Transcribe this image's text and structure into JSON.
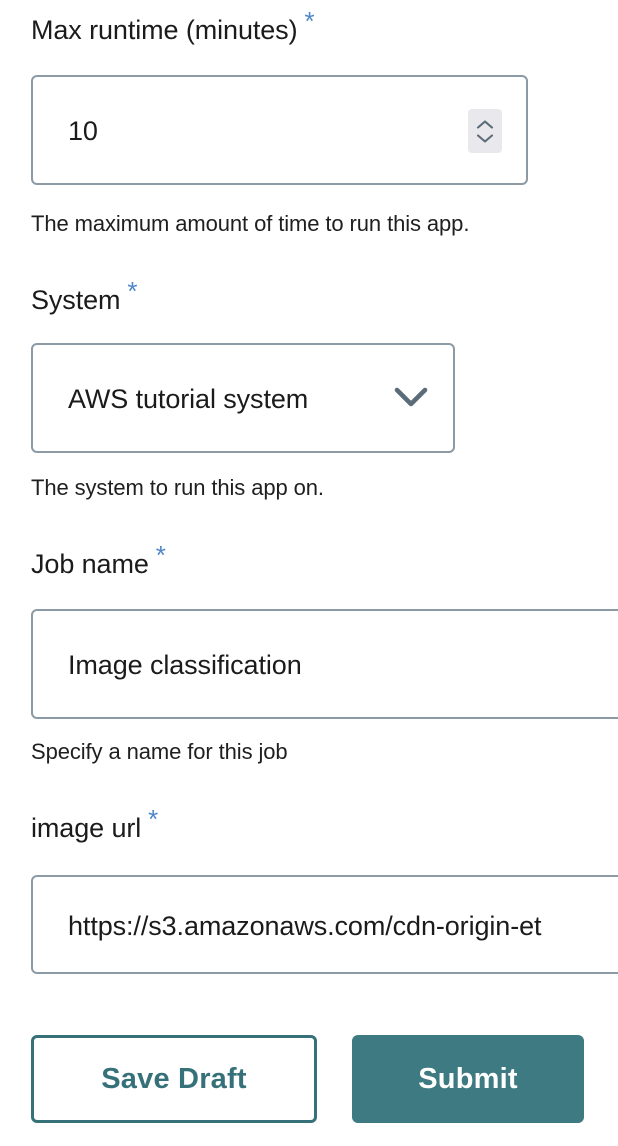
{
  "form": {
    "fields": [
      {
        "id": "max-runtime",
        "label": "Max runtime (minutes)",
        "required_marker": "*",
        "control": "number",
        "value": "10",
        "helper": "The maximum amount of time to run this app.",
        "icon": "stepper-up-down-icon"
      },
      {
        "id": "system",
        "label": "System",
        "required_marker": "*",
        "control": "select",
        "value": "AWS tutorial system",
        "helper": "The system to run this app on.",
        "icon": "chevron-down-icon"
      },
      {
        "id": "job-name",
        "label": "Job name",
        "required_marker": "*",
        "control": "text",
        "value": "Image classification",
        "helper": "Specify a name for this job"
      },
      {
        "id": "image-url",
        "label": "image url",
        "required_marker": "*",
        "control": "text",
        "value": "https://s3.amazonaws.com/cdn-origin-et",
        "helper": ""
      }
    ],
    "actions": {
      "save_draft_label": "Save Draft",
      "submit_label": "Submit"
    }
  },
  "colors": {
    "required_star": "#4f87c7",
    "control_border": "#8c9aa5",
    "accent_teal": "#3d7a81",
    "accent_teal_text": "#367179",
    "stepper_background": "#e9e9ed",
    "caret": "#5b6b77",
    "text": "#1b1b1b"
  }
}
